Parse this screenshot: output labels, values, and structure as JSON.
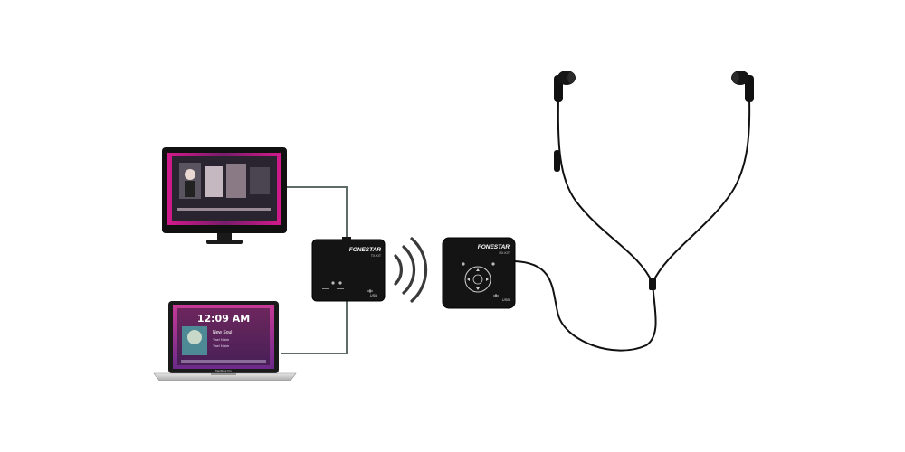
{
  "transmitter": {
    "brand": "FONESTAR",
    "model": "TX-KIT",
    "usb_label": "USB"
  },
  "receiver": {
    "brand": "FONESTAR",
    "model": "RX-KIT",
    "usb_label": "USB"
  },
  "laptop": {
    "clock": "12:09 AM",
    "track_title": "New Soul",
    "track_artist": "Yael Naim",
    "track_album": "Yael Naim",
    "brand": "MacBook Pro"
  },
  "colors": {
    "device": "#141414",
    "cable": "#111111",
    "audio_line": "#5f6b66",
    "wave": "#3a3a3a",
    "screen_glow": "#c2197e"
  },
  "icons": [
    "monitor-icon",
    "laptop-icon",
    "transmitter-icon",
    "wireless-waves-icon",
    "receiver-icon",
    "earphones-icon",
    "usb-icon"
  ]
}
